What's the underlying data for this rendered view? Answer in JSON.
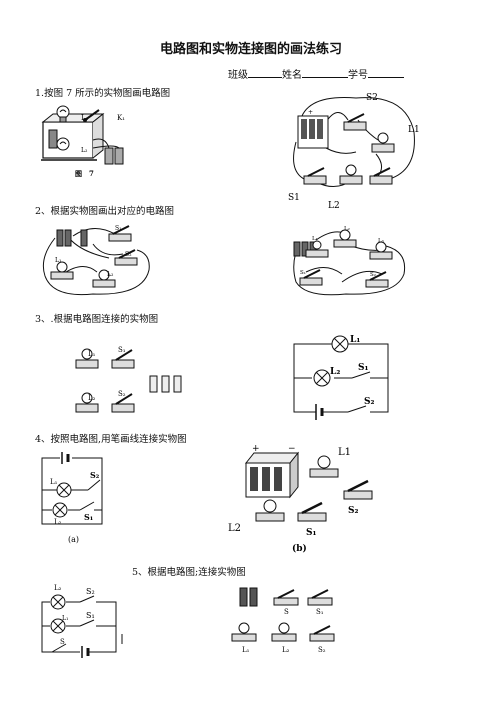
{
  "title": "电路图和实物连接图的画法练习",
  "info": {
    "class_label": "班级",
    "name_label": "姓名",
    "id_label": "学号"
  },
  "questions": {
    "q1": "1.按图 7 所示的实物图画电路图",
    "q2": "2、根据实物图画出对应的电路图",
    "q3": "3、.根据电路图连接的实物图",
    "q4": "4、按照电路图,用笔画线连接实物图",
    "q5": "5、根据电路图;连接实物图"
  },
  "labels": {
    "fig7_caption": "图　7",
    "fig7_L1": "L₁",
    "fig7_K1": "K₁",
    "fig7_L2": "L₂",
    "q1r_S2": "S2",
    "q1r_L1": "L1",
    "q1r_S1": "S1",
    "q1r_L2": "L2",
    "q2l_S1": "S₁",
    "q2l_S2": "S₂",
    "q2l_L1": "L₁",
    "q2l_L2": "L₂",
    "q2r_L1": "L₁",
    "q2r_L2": "L₂",
    "q2r_L3": "L₃",
    "q2r_S1": "S₁",
    "q2r_S2": "S₂",
    "q3l_L1": "L₁",
    "q3l_S1": "S₁",
    "q3l_L2": "L₂",
    "q3l_S2": "S₂",
    "q3r_L1": "L₁",
    "q3r_L2": "L₂",
    "q3r_S1": "S₁",
    "q3r_S2": "S₂",
    "q4a_S2": "S₂",
    "q4a_L1": "L₁",
    "q4a_S1": "S₁",
    "q4a_L2": "L₂",
    "q4a_caption": "(a)",
    "q4b_L1": "L1",
    "q4b_L2": "L2",
    "q4b_S1": "S₁",
    "q4b_S2": "S₂",
    "q4b_caption": "(b)",
    "q4b_plus": "+",
    "q4b_minus": "−",
    "q5l_L2": "L₂",
    "q5l_S2": "S₂",
    "q5l_L1": "L₁",
    "q5l_S1": "S₁",
    "q5l_S": "S",
    "q5r_S": "S",
    "q5r_S1": "S₁",
    "q5r_L1": "L₁",
    "q5r_L2": "L₂",
    "q5r_S2": "S₂"
  }
}
